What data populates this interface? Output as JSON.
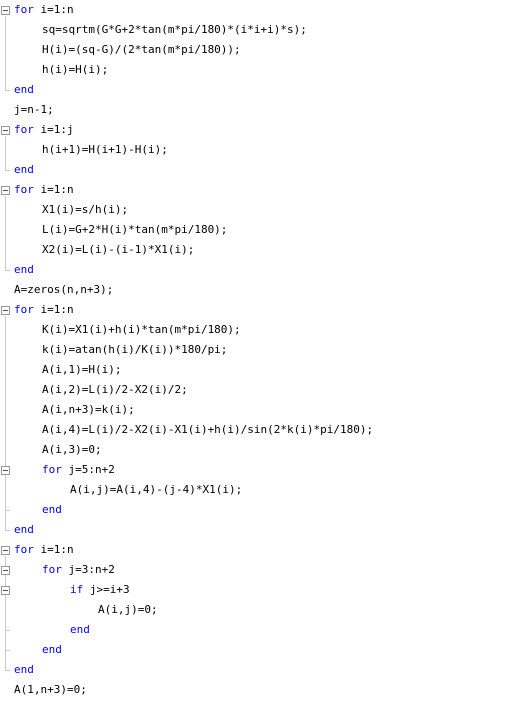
{
  "editor": {
    "colors": {
      "keyword": "#0000ff",
      "text": "#000000",
      "gutter": "#c8c8c8"
    },
    "lines": [
      {
        "kw": "for",
        "code": " i=1:n"
      },
      {
        "kw": "",
        "code": "sq=sqrtm(G*G+2*tan(m*pi/180)*(i*i+i)*s);"
      },
      {
        "kw": "",
        "code": "H(i)=(sq-G)/(2*tan(m*pi/180));"
      },
      {
        "kw": "",
        "code": "h(i)=H(i);"
      },
      {
        "kw": "end",
        "code": ""
      },
      {
        "kw": "",
        "code": "j=n-1;"
      },
      {
        "kw": "for",
        "code": " i=1:j"
      },
      {
        "kw": "",
        "code": "h(i+1)=H(i+1)-H(i);"
      },
      {
        "kw": "end",
        "code": ""
      },
      {
        "kw": "for",
        "code": " i=1:n"
      },
      {
        "kw": "",
        "code": "X1(i)=s/h(i);"
      },
      {
        "kw": "",
        "code": "L(i)=G+2*H(i)*tan(m*pi/180);"
      },
      {
        "kw": "",
        "code": "X2(i)=L(i)-(i-1)*X1(i);"
      },
      {
        "kw": "end",
        "code": ""
      },
      {
        "kw": "",
        "code": "A=zeros(n,n+3);"
      },
      {
        "kw": "for",
        "code": " i=1:n"
      },
      {
        "kw": "",
        "code": "K(i)=X1(i)+h(i)*tan(m*pi/180);"
      },
      {
        "kw": "",
        "code": "k(i)=atan(h(i)/K(i))*180/pi;"
      },
      {
        "kw": "",
        "code": "A(i,1)=H(i);"
      },
      {
        "kw": "",
        "code": "A(i,2)=L(i)/2-X2(i)/2;"
      },
      {
        "kw": "",
        "code": "A(i,n+3)=k(i);"
      },
      {
        "kw": "",
        "code": "A(i,4)=L(i)/2-X2(i)-X1(i)+h(i)/sin(2*k(i)*pi/180);"
      },
      {
        "kw": "",
        "code": "A(i,3)=0;"
      },
      {
        "kw": "for",
        "code": " j=5:n+2"
      },
      {
        "kw": "",
        "code": "A(i,j)=A(i,4)-(j-4)*X1(i);"
      },
      {
        "kw": "end",
        "code": ""
      },
      {
        "kw": "end",
        "code": ""
      },
      {
        "kw": "for",
        "code": " i=1:n"
      },
      {
        "kw": "for",
        "code": " j=3:n+2"
      },
      {
        "kw": "if",
        "code": " j>=i+3"
      },
      {
        "kw": "",
        "code": "A(i,j)=0;"
      },
      {
        "kw": "end",
        "code": ""
      },
      {
        "kw": "end",
        "code": ""
      },
      {
        "kw": "end",
        "code": ""
      },
      {
        "kw": "",
        "code": "A(1,n+3)=0;"
      }
    ]
  }
}
